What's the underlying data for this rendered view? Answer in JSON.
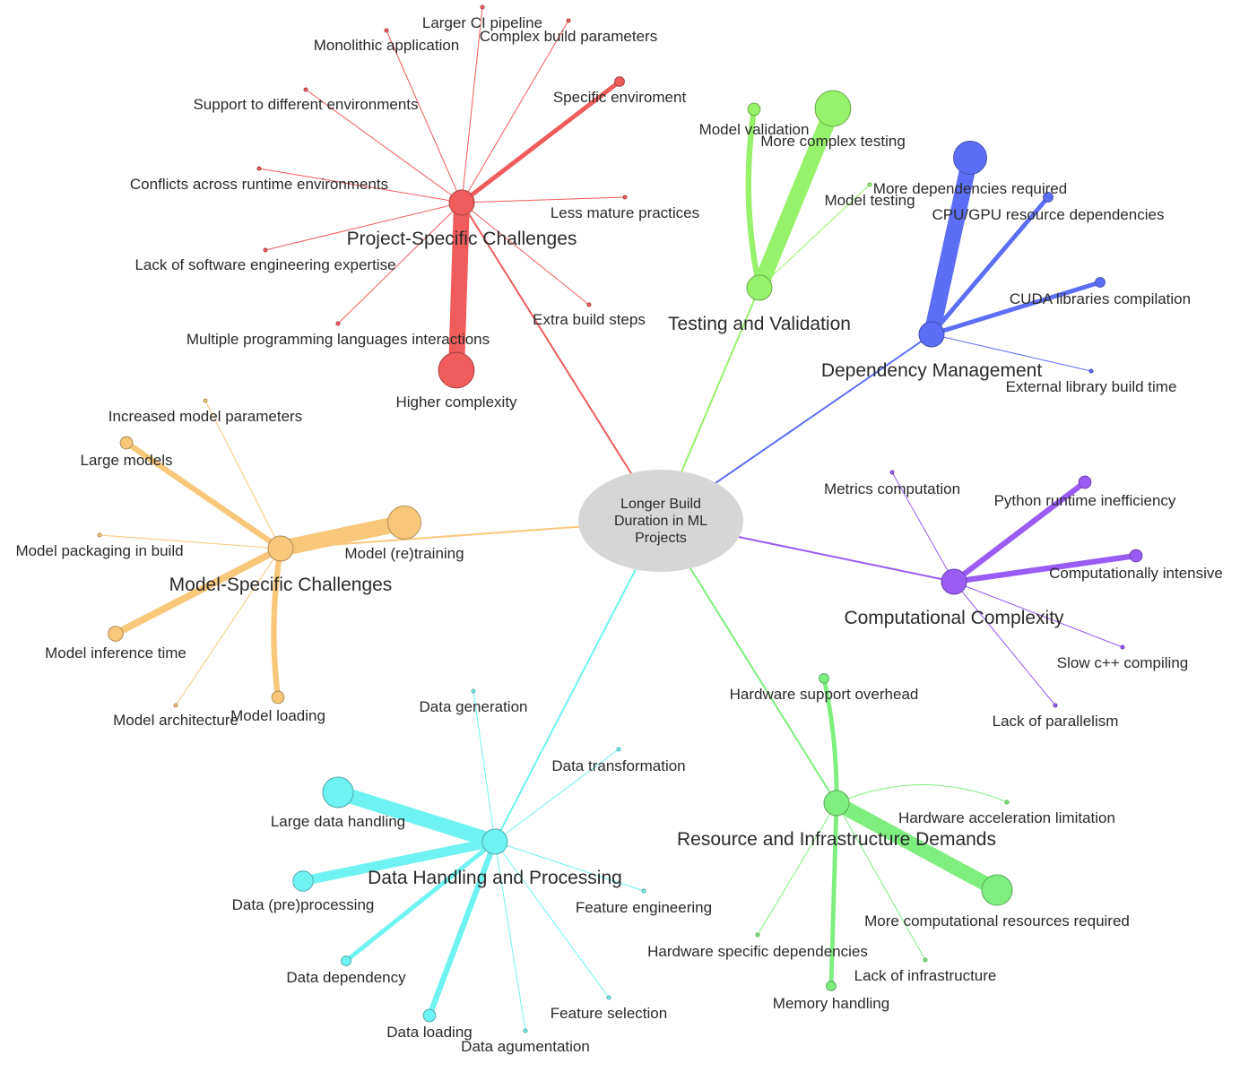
{
  "root": {
    "label_lines": [
      "Longer Build",
      "Duration in ML",
      "Projects"
    ],
    "fill": "#d6d6d6"
  },
  "groups": [
    {
      "id": "project",
      "label": "Project-Specific Challenges",
      "color": "#f05b5b",
      "leaves": [
        {
          "label": "Larger CI pipeline",
          "weight": 1
        },
        {
          "label": "Complex build parameters",
          "weight": 1
        },
        {
          "label": "Monolithic application",
          "weight": 1
        },
        {
          "label": "Specific enviroment",
          "weight": 2
        },
        {
          "label": "Support to different environments",
          "weight": 1
        },
        {
          "label": "Conflicts across runtime environments",
          "weight": 1
        },
        {
          "label": "Less mature practices",
          "weight": 1
        },
        {
          "label": "Lack of software engineering expertise",
          "weight": 1
        },
        {
          "label": "Extra build steps",
          "weight": 1
        },
        {
          "label": "Multiple programming languages interactions",
          "weight": 1
        },
        {
          "label": "Higher complexity",
          "weight": 12
        }
      ]
    },
    {
      "id": "testing",
      "label": "Testing and Validation",
      "color": "#96f26a",
      "leaves": [
        {
          "label": "Model validation",
          "weight": 3
        },
        {
          "label": "More complex testing",
          "weight": 12
        },
        {
          "label": "Model testing",
          "weight": 1
        }
      ]
    },
    {
      "id": "dependency",
      "label": "Dependency Management",
      "color": "#5b6ef5",
      "leaves": [
        {
          "label": "More dependencies required",
          "weight": 11
        },
        {
          "label": "CPU/GPU resource dependencies",
          "weight": 2
        },
        {
          "label": "CUDA libraries compilation",
          "weight": 2
        },
        {
          "label": "External library build time",
          "weight": 1
        }
      ]
    },
    {
      "id": "computational",
      "label": "Computational Complexity",
      "color": "#9a5cf5",
      "leaves": [
        {
          "label": "Metrics computation",
          "weight": 1
        },
        {
          "label": "Python runtime inefficiency",
          "weight": 3
        },
        {
          "label": "Computationally intensive",
          "weight": 3
        },
        {
          "label": "Slow c++ compiling",
          "weight": 1
        },
        {
          "label": "Lack of parallelism",
          "weight": 1
        }
      ]
    },
    {
      "id": "resource",
      "label": "Resource and Infrastructure Demands",
      "color": "#7eef7e",
      "leaves": [
        {
          "label": "Hardware support overhead",
          "weight": 2
        },
        {
          "label": "Hardware acceleration limitation",
          "weight": 1
        },
        {
          "label": "More computational resources required",
          "weight": 10
        },
        {
          "label": "Hardware specific dependencies",
          "weight": 1
        },
        {
          "label": "Lack of infrastructure",
          "weight": 1
        },
        {
          "label": "Memory handling",
          "weight": 2
        }
      ]
    },
    {
      "id": "data",
      "label": "Data Handling and Processing",
      "color": "#6ff2f2",
      "leaves": [
        {
          "label": "Data generation",
          "weight": 1
        },
        {
          "label": "Data transformation",
          "weight": 1
        },
        {
          "label": "Large data handling",
          "weight": 10
        },
        {
          "label": "Data (pre)processing",
          "weight": 6
        },
        {
          "label": "Feature engineering",
          "weight": 1
        },
        {
          "label": "Data dependency",
          "weight": 2
        },
        {
          "label": "Feature selection",
          "weight": 1
        },
        {
          "label": "Data loading",
          "weight": 3
        },
        {
          "label": "Data agumentation",
          "weight": 1
        }
      ]
    },
    {
      "id": "model",
      "label": "Model-Specific Challenges",
      "color": "#f9c77a",
      "leaves": [
        {
          "label": "Increased model parameters",
          "weight": 1
        },
        {
          "label": "Large models",
          "weight": 3
        },
        {
          "label": "Model packaging in build",
          "weight": 1
        },
        {
          "label": "Model (re)training",
          "weight": 11
        },
        {
          "label": "Model inference time",
          "weight": 4
        },
        {
          "label": "Model architecture",
          "weight": 1
        },
        {
          "label": "Model loading",
          "weight": 3
        }
      ]
    }
  ]
}
